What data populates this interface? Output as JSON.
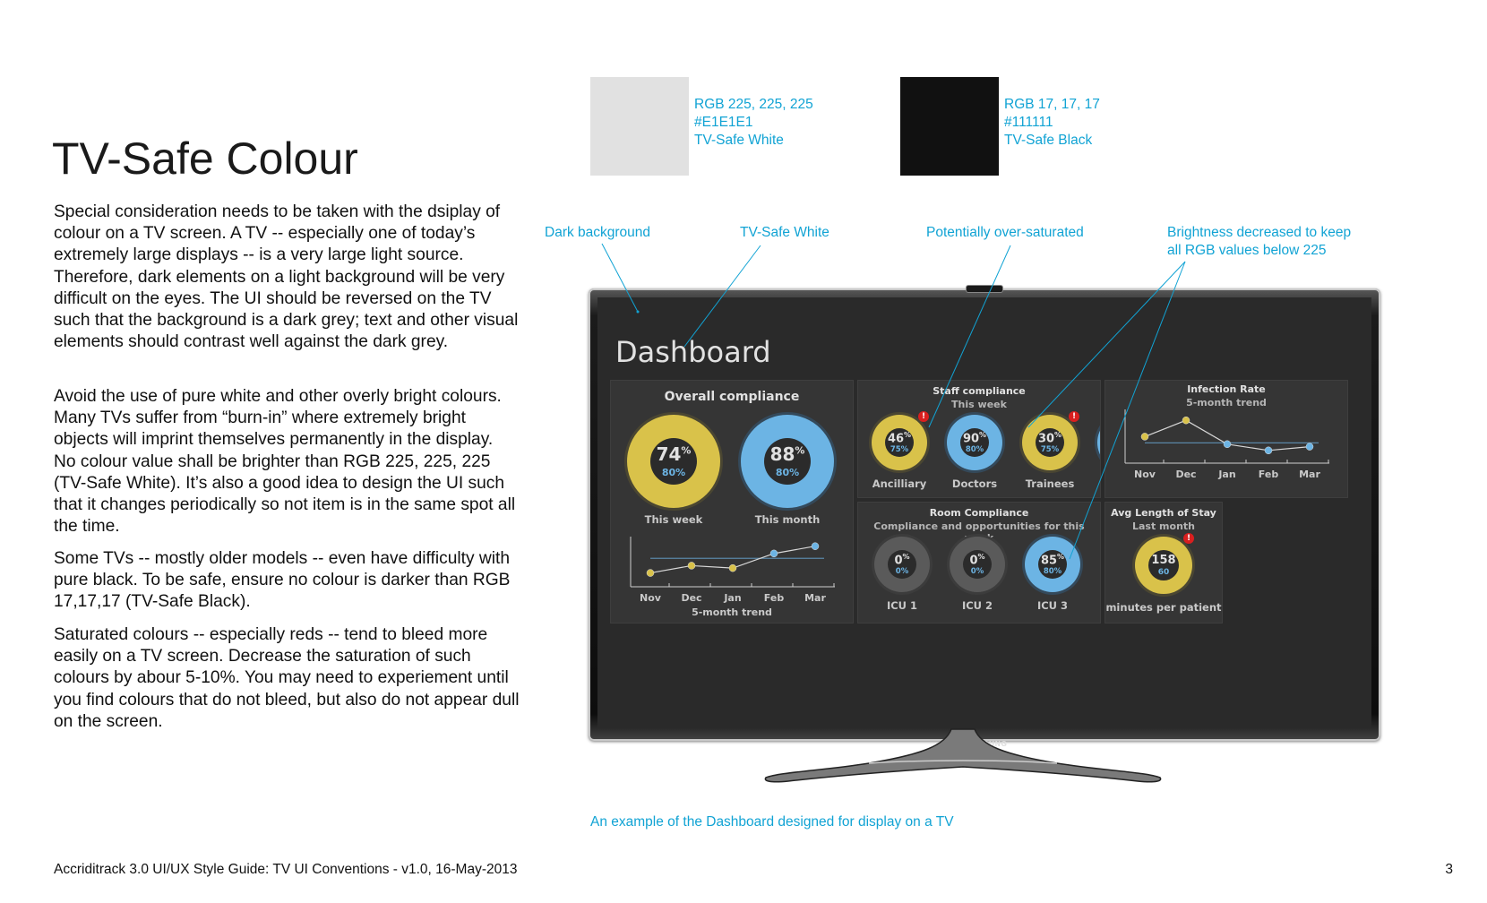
{
  "page": {
    "title": "TV-Safe Colour",
    "paragraphs": [
      "Special consideration needs to be taken with the dsiplay of colour on a TV screen.  A TV -- especially one of today’s extremely large displays -- is a very large light source.  Therefore, dark elements on a light background will be very difficult on the eyes.  The UI should be reversed on the TV such that the background is a dark grey; text and other visual elements should contrast well against the dark grey.",
      "Avoid the use of pure white and other overly bright colours.  Many TVs suffer from “burn-in” where extremely bright objects will imprint themselves permanently in the display.  No colour value shall be brighter than RGB 225, 225, 225 (TV-Safe White).  It’s also a good idea to design the UI such that it changes periodically so not item is in the same spot all the time.",
      "Some TVs -- mostly older models -- even have difficulty with pure black.  To be safe, ensure no colour is darker than RGB 17,17,17 (TV-Safe Black).",
      "Saturated colours -- especially reds -- tend to bleed more easily on a TV screen.  Decrease the saturation of such colours by abour 5-10%.  You may need to experiement until you find colours that do not bleed, but also do not appear dull on the screen."
    ],
    "footer": "Accriditrack 3.0 UI/UX Style Guide: TV UI Conventions - v1.0, 16-May-2013",
    "page_number": "3",
    "caption": "An example of the Dashboard designed for display on a TV"
  },
  "swatches": [
    {
      "rgb": "RGB  225, 225, 225",
      "hex": "#E1E1E1",
      "name": "TV-Safe White",
      "color": "#E1E1E1"
    },
    {
      "rgb": "RGB  17, 17, 17",
      "hex": "#111111",
      "name": "TV-Safe Black",
      "color": "#111111"
    }
  ],
  "callouts": {
    "dark_background": "Dark background",
    "tv_safe_white": "TV-Safe White",
    "over_saturated": "Potentially over-saturated",
    "brightness_1": "Brightness decreased to keep",
    "brightness_2": "all RGB values below 225"
  },
  "tv": {
    "brand": "SAMSUNG",
    "colors": {
      "yellow": "#d9c24a",
      "blue": "#6cb4e4",
      "screen_bg": "#2a2a2a",
      "alert": "#d91f1f"
    },
    "dashboard": {
      "title": "Dashboard",
      "overall": {
        "title": "Overall compliance",
        "week": {
          "value": "74",
          "pct": "%",
          "target": "80%",
          "label": "This week"
        },
        "month": {
          "value": "88",
          "pct": "%",
          "target": "80%",
          "label": "This month"
        },
        "trend_label": "5-month trend",
        "chart_data": {
          "type": "line",
          "categories": [
            "Nov",
            "Dec",
            "Jan",
            "Feb",
            "Mar"
          ],
          "values": [
            70,
            73,
            72,
            78,
            81
          ],
          "target": 76
        }
      },
      "staff": {
        "title": "Staff compliance",
        "subtitle": "This week",
        "items": [
          {
            "value": "46",
            "target": "75%",
            "label": "Ancilliary",
            "alert": "!"
          },
          {
            "value": "90",
            "target": "80%",
            "label": "Doctors"
          },
          {
            "value": "30",
            "target": "75%",
            "label": "Trainees",
            "alert": "!"
          }
        ]
      },
      "infection": {
        "title": "Infection Rate",
        "subtitle": "5-month trend",
        "chart_data": {
          "type": "line",
          "categories": [
            "Nov",
            "Dec",
            "Jan",
            "Feb",
            "Mar"
          ],
          "values": [
            5.2,
            6.5,
            4.6,
            4.1,
            4.4
          ],
          "target": 4.7
        }
      },
      "room": {
        "title": "Room Compliance",
        "subtitle": "Compliance and opportunities for this week",
        "items": [
          {
            "value": "0",
            "target": "0%",
            "label": "ICU 1"
          },
          {
            "value": "0",
            "target": "0%",
            "label": "ICU 2"
          },
          {
            "value": "85",
            "target": "80%",
            "label": "ICU 3"
          }
        ]
      },
      "stay": {
        "title": "Avg Length of Stay",
        "subtitle": "Last month",
        "value": "158",
        "target": "60",
        "label": "minutes per patient",
        "alert": "!"
      }
    }
  }
}
